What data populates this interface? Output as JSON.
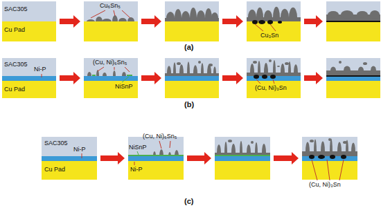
{
  "diagram": {
    "labels": [
      "SAC305",
      "Cu Pad",
      "Cu₆Sn₅",
      "Cu₃Sn",
      "(a)",
      "SAC305",
      "Ni-P",
      "Cu Pad",
      "(Cu, Ni)₆Sn₅",
      "NiSnP",
      "(Cu, Ni)₃Sn",
      "(b)",
      "SAC305",
      "Ni-P",
      "Cu Pad",
      "NiSnP",
      "(Cu, Ni)₆Sn₅",
      "Ni-P",
      "(Cu, Ni)₃Sn",
      "(c)"
    ]
  }
}
